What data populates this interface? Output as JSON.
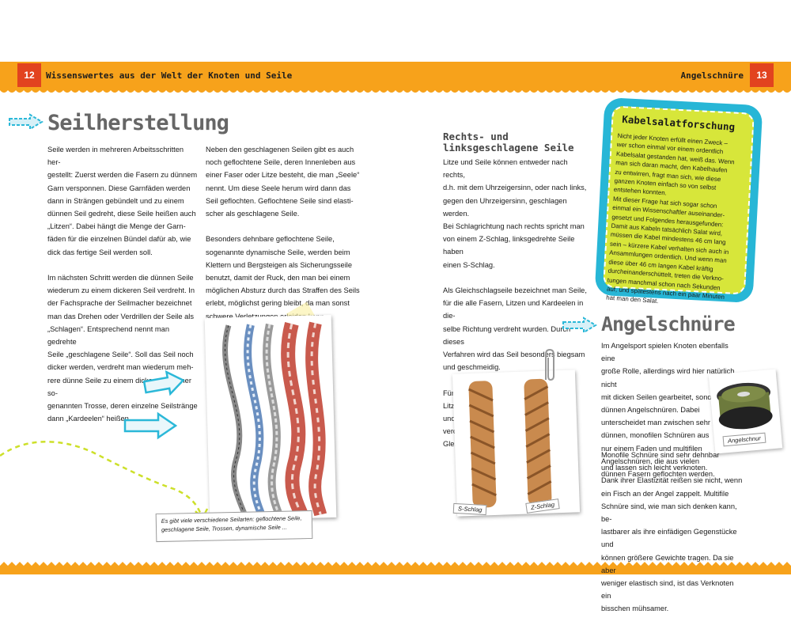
{
  "header": {
    "page_left": "12",
    "page_right": "13",
    "running_left": "Wissenswertes aus der Welt der Knoten und Seile",
    "running_right": "Angelschnüre"
  },
  "left_page": {
    "title": "Seilherstellung",
    "col1": "Seile werden in mehreren Arbeitsschritten her-\ngestellt: Zuerst werden die Fasern zu dünnem\nGarn versponnen. Diese Garnfäden werden\ndann in Strängen gebündelt und zu einem\ndünnen Seil gedreht, diese Seile heißen auch\n„Litzen“. Dabei hängt die Menge der Garn-\nfäden für die einzelnen Bündel dafür ab, wie\ndick das fertige Seil werden soll.\n\nIm nächsten Schritt werden die dünnen Seile\nwiederum zu einem dickeren Seil verdreht. In\nder Fachsprache der Seilmacher bezeichnet\nman das Drehen oder Verdrillen der Seile als\n„Schlagen“. Entsprechend nennt man gedrehte\nSeile „geschlagene Seile“. Soll das Seil noch\ndicker werden, verdreht man wiederum meh-\nrere dünne Seile zu einem dicken Seil, einer so-\ngenannten Trosse, deren einzelne Seilstränge\ndann „Kardeelen“ heißen.",
    "col2": "Neben den geschlagenen Seilen gibt es auch\nnoch geflochtene Seile, deren Innenleben aus\neiner Faser oder Litze besteht, die man „Seele“\nnennt. Um diese Seele herum wird dann das\nSeil geflochten. Geflochtene Seile sind elasti-\nscher als geschlagene Seile.\n\nBesonders dehnbare geflochtene Seile,\nsogenannte dynamische Seile, werden beim\nKlettern und Bergsteigen als Sicherungsseile\nbenutzt, damit der Ruck, den man bei einem\nmöglichen Absturz durch das Straffen des Seils\nerlebt, möglichst gering bleibt, da man sonst\nschwere Verletzungen erleiden kann.",
    "photo_caption": "Es gibt viele verschiedene Seilarten: geflochtene Seile,\ngeschlagene Seile, Trossen, dynamische Seile ..."
  },
  "right_page": {
    "rechts_title": "Rechts- und\nlinksgeschlagene Seile",
    "rechts_text": "Litze und Seile können entweder nach rechts,\nd.h. mit dem Uhrzeigersinn, oder nach links,\ngegen den Uhrzeigersinn, geschlagen werden.\nBei Schlagrichtung nach rechts spricht man\nvon einem Z-Schlag, linksgedrehte Seile haben\neinen S-Schlag.\n\nAls Gleichschlagseile bezeichnet man Seile,\nfür die alle Fasern, Litzen und Kardeelen in die-\nselbe Richtung verdreht wurden. Durch dieses\nVerfahren wird das Seil besonders biegsam\nund geschmeidig.\n\nFür Kreuzschlagseile werden die Litzenbündel\nund Seile in unterschiedliche Richtungen\nverdrillt. Solche Seile sind steifer als\nGleichschlagseile.",
    "cap_s": "S-Schlag",
    "cap_z": "Z-Schlag",
    "box_title": "Kabelsalatforschung",
    "box_text": "Nicht jeder Knoten erfüllt einen Zweck –\nwer schon einmal vor einem ordentlich\nKabelsalat gestanden hat, weiß das. Wenn\nman sich daran macht, den Kabelhaufen\nzu entwirren, fragt man sich, wie diese\nganzen Knoten einfach so von selbst\nentstehen konnten.\nMit dieser Frage hat sich sogar schon\neinmal ein Wissenschaftler auseinander-\ngesetzt und Folgendes herausgefunden:\nDamit aus Kabeln tatsächlich Salat wird,\nmüssen die Kabel mindestens 46 cm lang\nsein – kürzere Kabel verhalten sich auch in\nAnsammlungen ordentlich. Und wenn man\ndiese über 46 cm langen Kabel kräftig\ndurcheinanderschüttelt, treten die Verkno-\ntungen manchmal schon nach Sekunden\nauf, und spätestens nach ein paar Minuten\nhat man den Salat.",
    "angel_title": "Angelschnüre",
    "angel_text": "Im Angelsport spielen Knoten ebenfalls eine\ngroße Rolle, allerdings wird hier natürlich nicht\nmit dicken Seilen gearbeitet, sondern mit\ndünnen Angelschnüren. Dabei\nunterscheidet man zwischen sehr\ndünnen, monofilen Schnüren aus\nnur einem Faden und multifilen\nAngelschnüren, die aus vielen\ndünnen Fasern geflochten werden.",
    "angel_text2": "Monofile Schnüre sind sehr dehnbar\nund lassen sich leicht verknoten.\nDank ihrer Elastizität reißen sie nicht, wenn\nein Fisch an der Angel zappelt. Multifile\nSchnüre sind, wie man sich denken kann, be-\nlastbarer als ihre einfädigen Gegenstücke und\nkönnen größere Gewichte tragen. Da sie aber\nweniger elastisch sind, ist das Verknoten ein\nbisschen mühsamer.",
    "cap_reel": "Angelschnur"
  },
  "colors": {
    "band": "#f7a21b",
    "page_badge": "#e2431f",
    "box": "#27b6d6",
    "box_inner": "#d7e63a",
    "arrow": "#2bb8d8"
  }
}
